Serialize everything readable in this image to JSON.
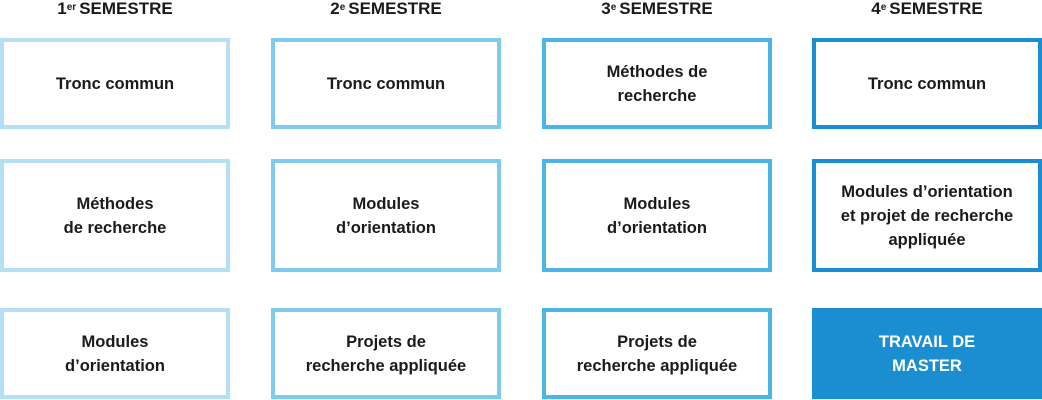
{
  "semesters": [
    {
      "ordinal": "1",
      "suffix": "er",
      "label": "SEMESTRE",
      "boxes": [
        "Tronc commun",
        "Méthodes\nde recherche",
        "Modules\nd’orientation"
      ]
    },
    {
      "ordinal": "2",
      "suffix": "e",
      "label": "SEMESTRE",
      "boxes": [
        "Tronc commun",
        "Modules\nd’orientation",
        "Projets de\nrecherche appliquée"
      ]
    },
    {
      "ordinal": "3",
      "suffix": "e",
      "label": "SEMESTRE",
      "boxes": [
        "Méthodes de\nrecherche",
        "Modules\nd’orientation",
        "Projets de\nrecherche appliquée"
      ]
    },
    {
      "ordinal": "4",
      "suffix": "e",
      "label": "SEMESTRE",
      "boxes": [
        "Tronc commun",
        "Modules d’orientation\net projet de recherche\nappliquée",
        "TRAVAIL DE\nMASTER"
      ]
    }
  ],
  "colors": {
    "semester_1": "#b6dff5",
    "semester_2": "#7ecbee",
    "semester_3": "#4bb5e6",
    "semester_4": "#1a8ed1",
    "filled_box_text": "#ffffff"
  }
}
